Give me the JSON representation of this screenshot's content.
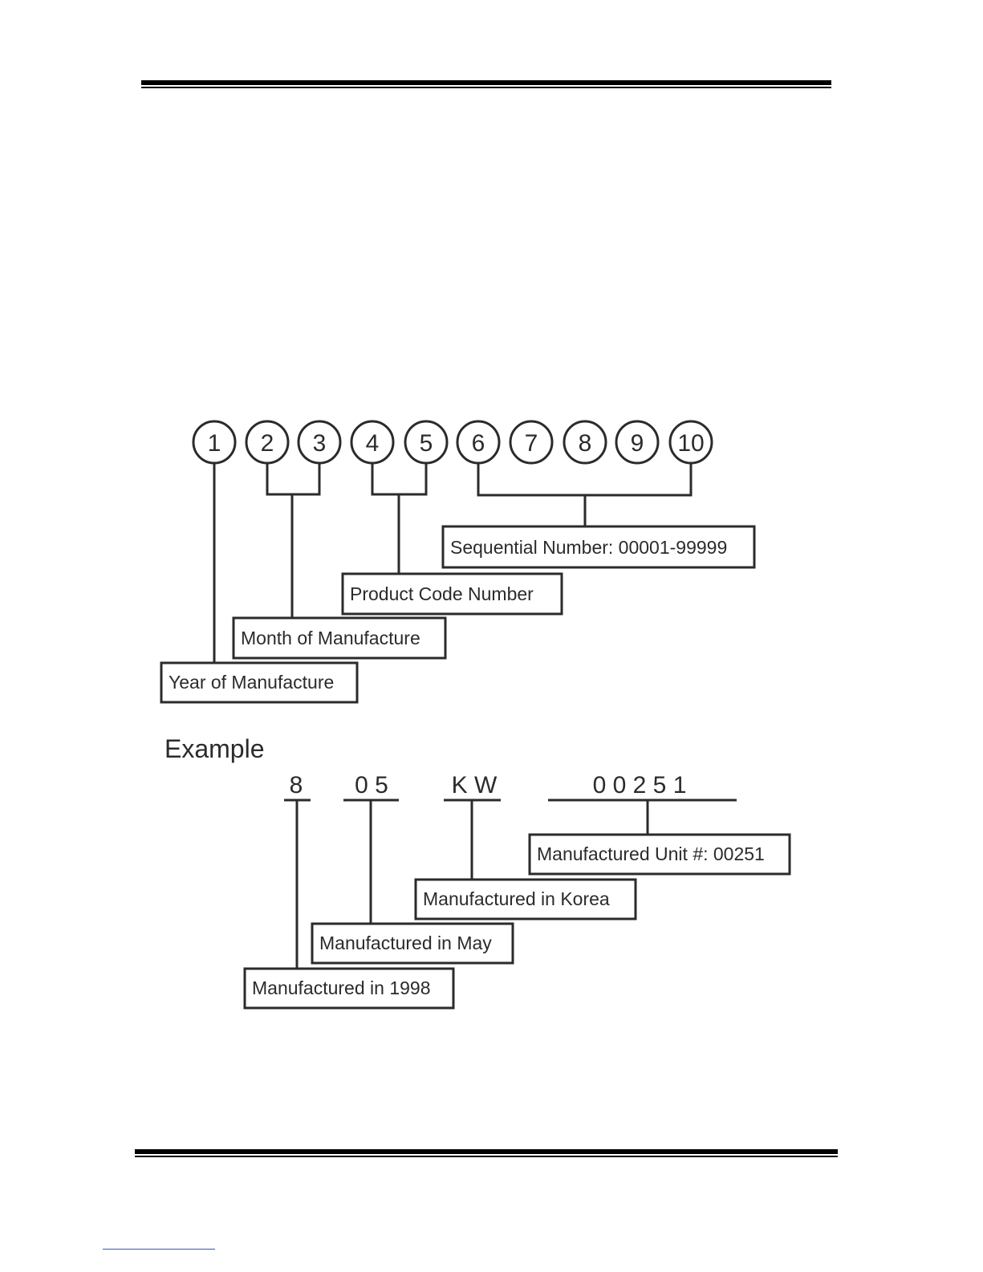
{
  "diagram": {
    "positions": [
      "1",
      "2",
      "3",
      "4",
      "5",
      "6",
      "7",
      "8",
      "9",
      "10"
    ],
    "labels": {
      "sequential": "Sequential Number: 00001-99999",
      "product_code": "Product Code Number",
      "month": "Month of Manufacture",
      "year": "Year of Manufacture"
    }
  },
  "example": {
    "heading": "Example",
    "codes": {
      "year": "8",
      "month": "0 5",
      "product": "K W",
      "unit": "0 0 2 5 1"
    },
    "labels": {
      "unit": "Manufactured Unit #: 00251",
      "country": "Manufactured in Korea",
      "month": "Manufactured in May",
      "year": "Manufactured in 1998"
    }
  }
}
